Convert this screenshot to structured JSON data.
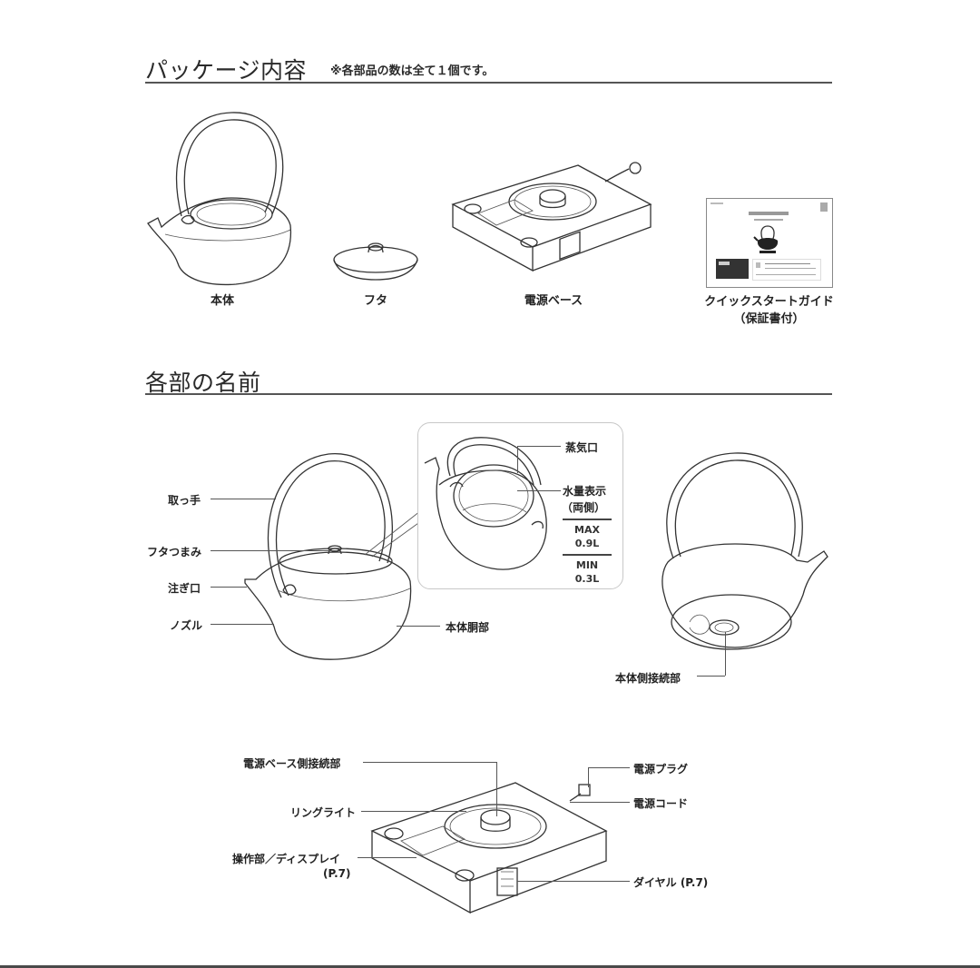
{
  "package_section": {
    "title": "パッケージ内容",
    "note": "※各部品の数は全て１個です。",
    "items": [
      {
        "id": "body",
        "label": "本体"
      },
      {
        "id": "lid",
        "label": "フタ"
      },
      {
        "id": "power_base",
        "label": "電源ベース"
      },
      {
        "id": "quick_start_guide",
        "label": "クイックスタートガイド",
        "sublabel": "（保証書付）"
      }
    ]
  },
  "parts_section": {
    "title": "各部の名前",
    "kettle_labels": {
      "handle": "取っ手",
      "lid_knob": "フタつまみ",
      "spout_opening": "注ぎ口",
      "nozzle": "ノズル",
      "body_barrel": "本体胴部"
    },
    "inset_labels": {
      "steam_vent": "蒸気口",
      "water_level": "水量表示",
      "water_level_sub": "（両側）",
      "max_label": "MAX",
      "max_value": "0.9L",
      "min_label": "MIN",
      "min_value": "0.3L"
    },
    "kettle_bottom_labels": {
      "body_connector": "本体側接続部"
    },
    "base_labels": {
      "base_connector": "電源ベース側接続部",
      "ring_light": "リングライト",
      "control_display": "操作部／ディスプレイ",
      "control_display_ref": "(P.7)",
      "power_plug": "電源プラグ",
      "power_cord": "電源コード",
      "dial": "ダイヤル (P.7)"
    }
  }
}
